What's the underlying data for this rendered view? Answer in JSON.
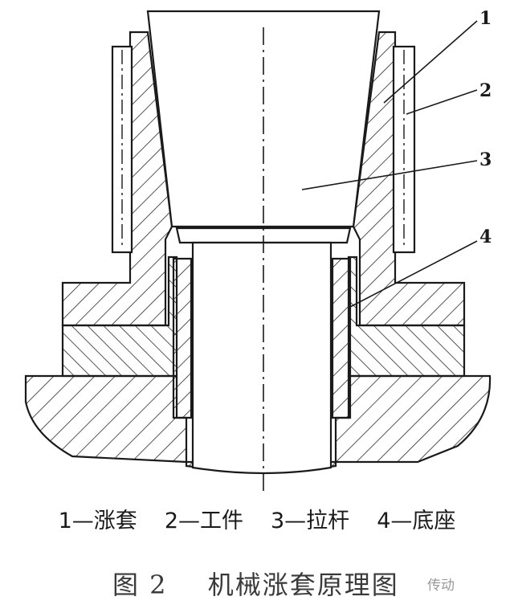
{
  "callouts": [
    "1",
    "2",
    "3",
    "4"
  ],
  "legend": [
    "1—涨套",
    "2—工件",
    "3—拉杆",
    "4—底座"
  ],
  "caption": {
    "figure": "图 2",
    "title": "机械涨套原理图"
  },
  "watermark": "传动"
}
